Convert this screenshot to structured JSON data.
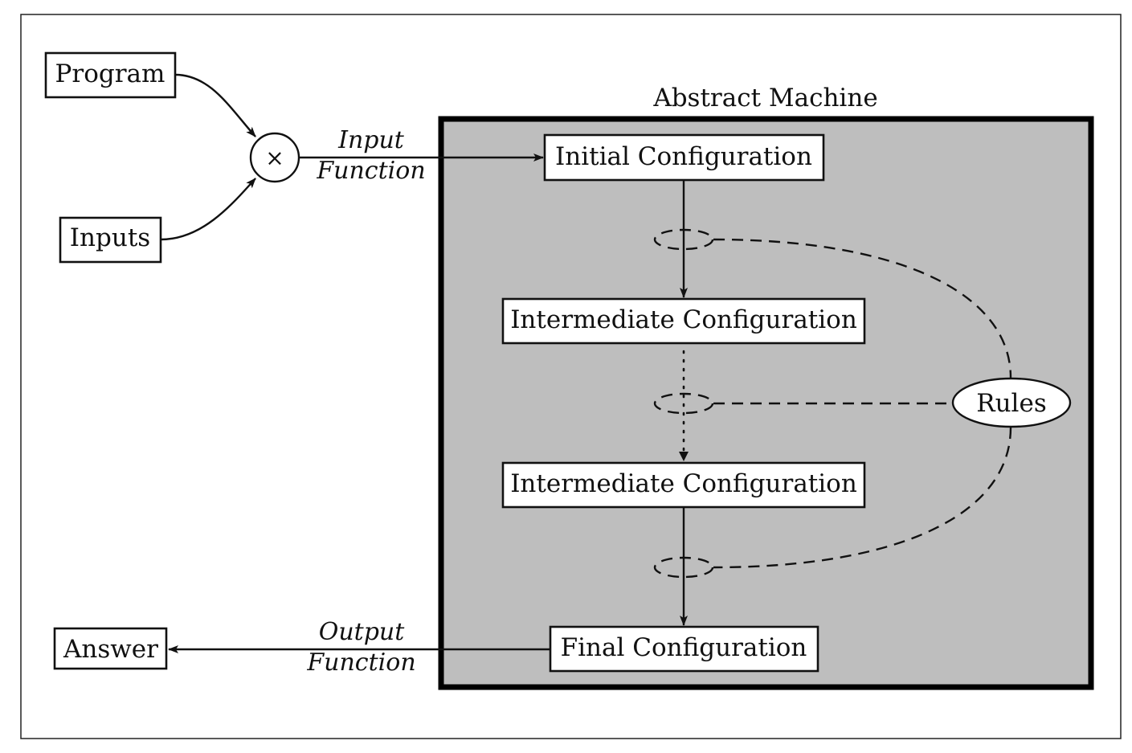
{
  "diagram": {
    "machine_title": "Abstract Machine",
    "inputs": {
      "program": "Program",
      "inputs": "Inputs",
      "product_symbol": "×"
    },
    "input_function": [
      "Input",
      "Function"
    ],
    "output_function": [
      "Output",
      "Function"
    ],
    "answer": "Answer",
    "configurations": {
      "initial": "Initial Configuration",
      "intermediate_1": "Intermediate Configuration",
      "intermediate_2": "Intermediate Configuration",
      "final": "Final Configuration"
    },
    "rules": "Rules"
  },
  "colors": {
    "machine_fill": "#bebebe",
    "stroke": "#111111",
    "box_fill": "#ffffff"
  }
}
